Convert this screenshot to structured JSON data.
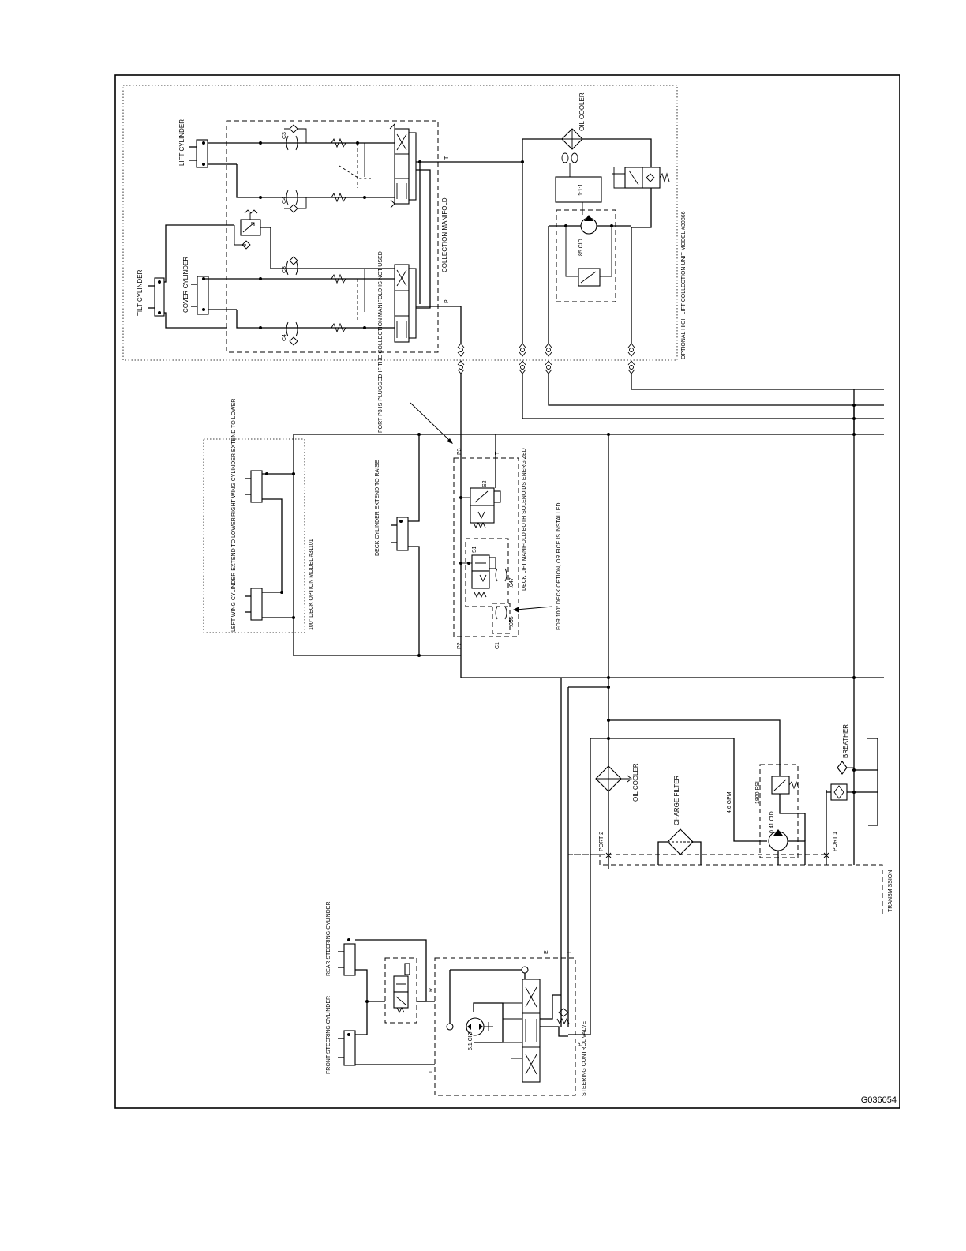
{
  "drawing_id": "G036054",
  "labels": {
    "lift_cylinder": "LIFT CYLINDER",
    "tilt_cylinder": "TILT CYLINDER",
    "cover_cylinder": "COVER CYLINDER",
    "collection_manifold": "COLLECTION MANIFOLD",
    "oil_cooler_top": "OIL COOLER",
    "ratio": "1:1:1",
    "pump_top_cid": ".85 CID",
    "optional_unit": "OPTIONAL HIGH LIFT COLLECTION UNIT MODEL #30866",
    "port_c3_top": "C3",
    "port_c4_top": "C4",
    "port_c3_bottom": "C3",
    "port_c4_bottom": "C4",
    "port_t_top": "T",
    "port_p_top": "P",
    "port_p3_note": "PORT P3 IS PLUGGED IF THE COLLECTION MANIFOLD IS NOT USED",
    "right_wing": "RIGHT WING CYLINDER EXTEND TO LOWER",
    "left_wing": "LEFT WING CYLINDER EXTEND TO LOWER",
    "deck_option": "100\" DECK OPTION MODEL #31101",
    "deck_cylinder": "DECK CYLINDER EXTEND TO RAISE",
    "deck_lift_manifold": "DECK LIFT MANIFOLD BOTH SOLENOIDS ENERGIZED",
    "orifice_note": "FOR 100\" DECK OPTION, ORIFICE IS INSTALLED",
    "s1": "S1",
    "s2": "S2",
    "orifice_047": ".047",
    "orifice_055": ".055",
    "port_p3": "P3",
    "port_t_mid": "T",
    "port_p2": "P2",
    "port_c1": "C1",
    "oil_cooler_mid": "OIL COOLER",
    "charge_filter": "CHARGE FILTER",
    "breather": "BREATHER",
    "gpm": "4.6 GPM",
    "psi": "1800 PSI",
    "charge_cid": "0.41 CID",
    "port2": "PORT 2",
    "port1": "PORT 1",
    "transmission": "TRANSMISSION",
    "rear_steering": "REAR STEERING CYLINDER",
    "front_steering": "FRONT STEERING CYLINDER",
    "steer_cid": "6.1 CID",
    "steering_valve": "STEERING CONTROL VALVE",
    "port_e": "E",
    "port_t_bottom": "T",
    "port_r": "R",
    "port_l": "L",
    "port_p_bottom": "P"
  }
}
